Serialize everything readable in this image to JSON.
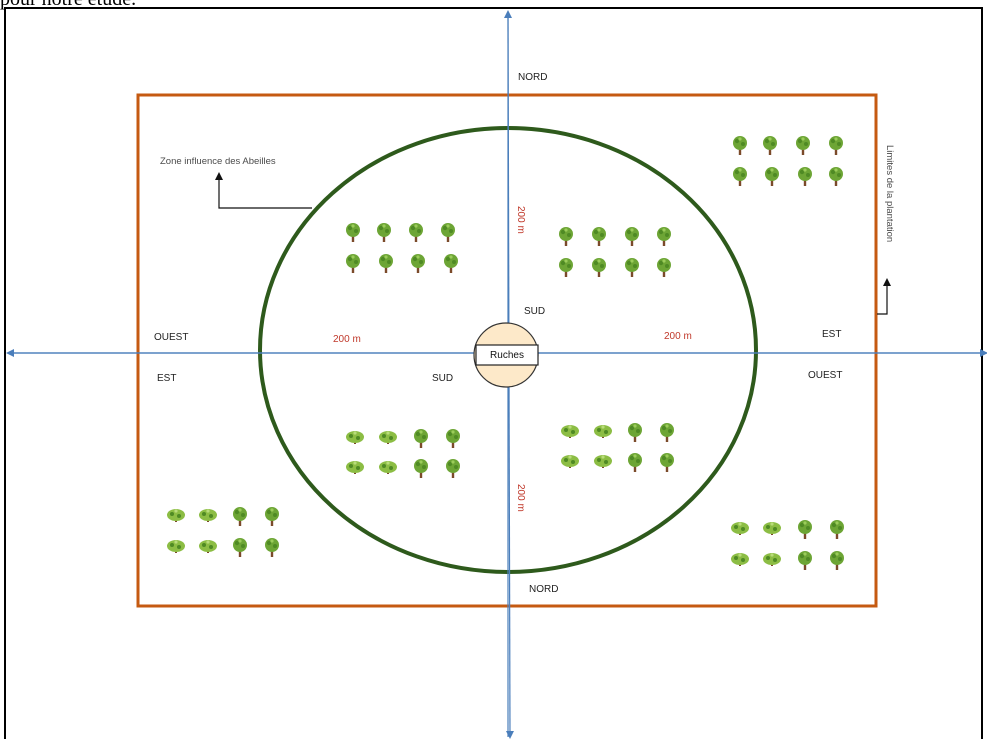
{
  "header_text": "pour notre étude.",
  "labels": {
    "north_top": "NORD",
    "north_bottom": "NORD",
    "sud_upper": "SUD",
    "sud_left": "SUD",
    "ouest_left": "OUEST",
    "est_left": "EST",
    "est_right": "EST",
    "ouest_right": "OUEST",
    "dist_top": "200 m",
    "dist_left": "200 m",
    "dist_right": "200 m",
    "dist_bottom": "200 m",
    "hive": "Ruches",
    "bee_zone": "Zone influence des Abeilles",
    "plantation_limits": "Limites de la plantation"
  },
  "colors": {
    "plantation_border": "#c55a11",
    "bee_circle": "#2e5a1c",
    "axis": "#4a7ebb",
    "hive_fill": "#fde9c9",
    "tree_leaf": "#6da535",
    "tree_trunk": "#7b4a2a"
  },
  "icons": [
    "tree-icon"
  ]
}
